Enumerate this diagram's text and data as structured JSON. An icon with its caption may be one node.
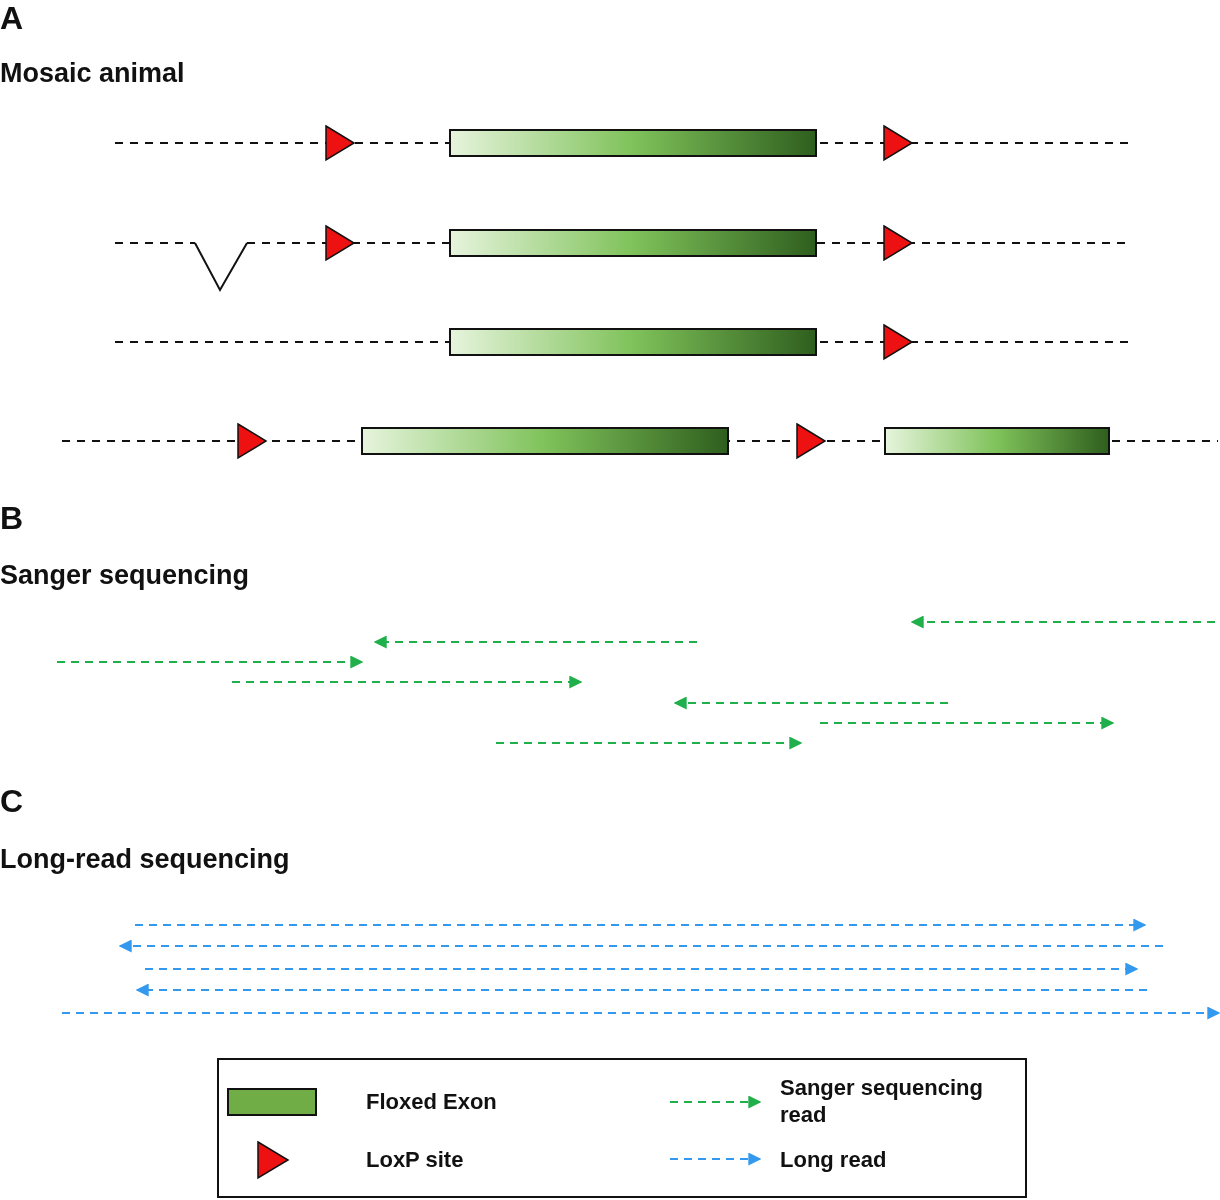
{
  "diagram": {
    "nodes": [
      {
        "text": [],
        "shape": "triangle"
      },
      {
        "text": [],
        "shape": "bar"
      },
      {
        "text": [],
        "shape": "triangle"
      },
      {
        "text": [],
        "shape": "triangle"
      },
      {
        "text": [],
        "shape": "bar"
      },
      {
        "text": [],
        "shape": "triangle"
      },
      {
        "text": [],
        "shape": "bar"
      },
      {
        "text": [],
        "shape": "triangle"
      },
      {
        "text": [],
        "shape": "triangle"
      },
      {
        "text": [],
        "shape": "bar"
      },
      {
        "text": [],
        "shape": "triangle"
      },
      {
        "text": [],
        "shape": "bar"
      }
    ],
    "labels": [
      "A",
      "Mosaic animal",
      "B",
      "Sanger sequencing",
      "C",
      "Long-read sequencing"
    ],
    "legend": [
      {
        "text": "Floxed Exon",
        "color": "#70ad47"
      },
      {
        "text": "LoxP site"
      },
      {
        "text": "Sanger sequencing read"
      },
      {
        "text": "Long read"
      }
    ]
  }
}
